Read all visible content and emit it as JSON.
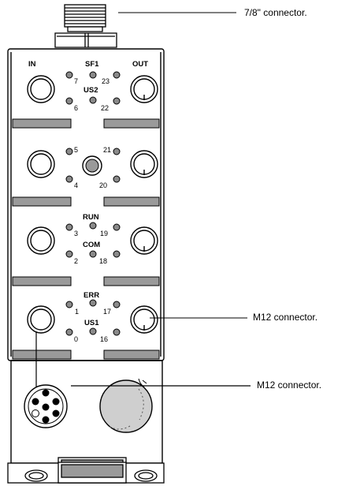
{
  "callouts": {
    "top": "7/8\" connector.",
    "middle": "M12 connector.",
    "bottom": "M12 connector."
  },
  "port_labels": {
    "in": "IN",
    "out": "OUT"
  },
  "led_labels": {
    "sf1": "SF1",
    "us2": "US2",
    "run": "RUN",
    "com": "COM",
    "err": "ERR",
    "us1": "US1"
  },
  "channel_numbers": {
    "n7": "7",
    "n6": "6",
    "n23": "23",
    "n22": "22",
    "n5": "5",
    "n4": "4",
    "n21": "21",
    "n20": "20",
    "n3": "3",
    "n2": "2",
    "n19": "19",
    "n18": "18",
    "n1": "1",
    "n0": "0",
    "n17": "17",
    "n16": "16"
  },
  "colors": {
    "outline": "#000000",
    "separator": "#9a9a9a",
    "led": "#8a8a8a",
    "cap": "#cfcfcf"
  }
}
